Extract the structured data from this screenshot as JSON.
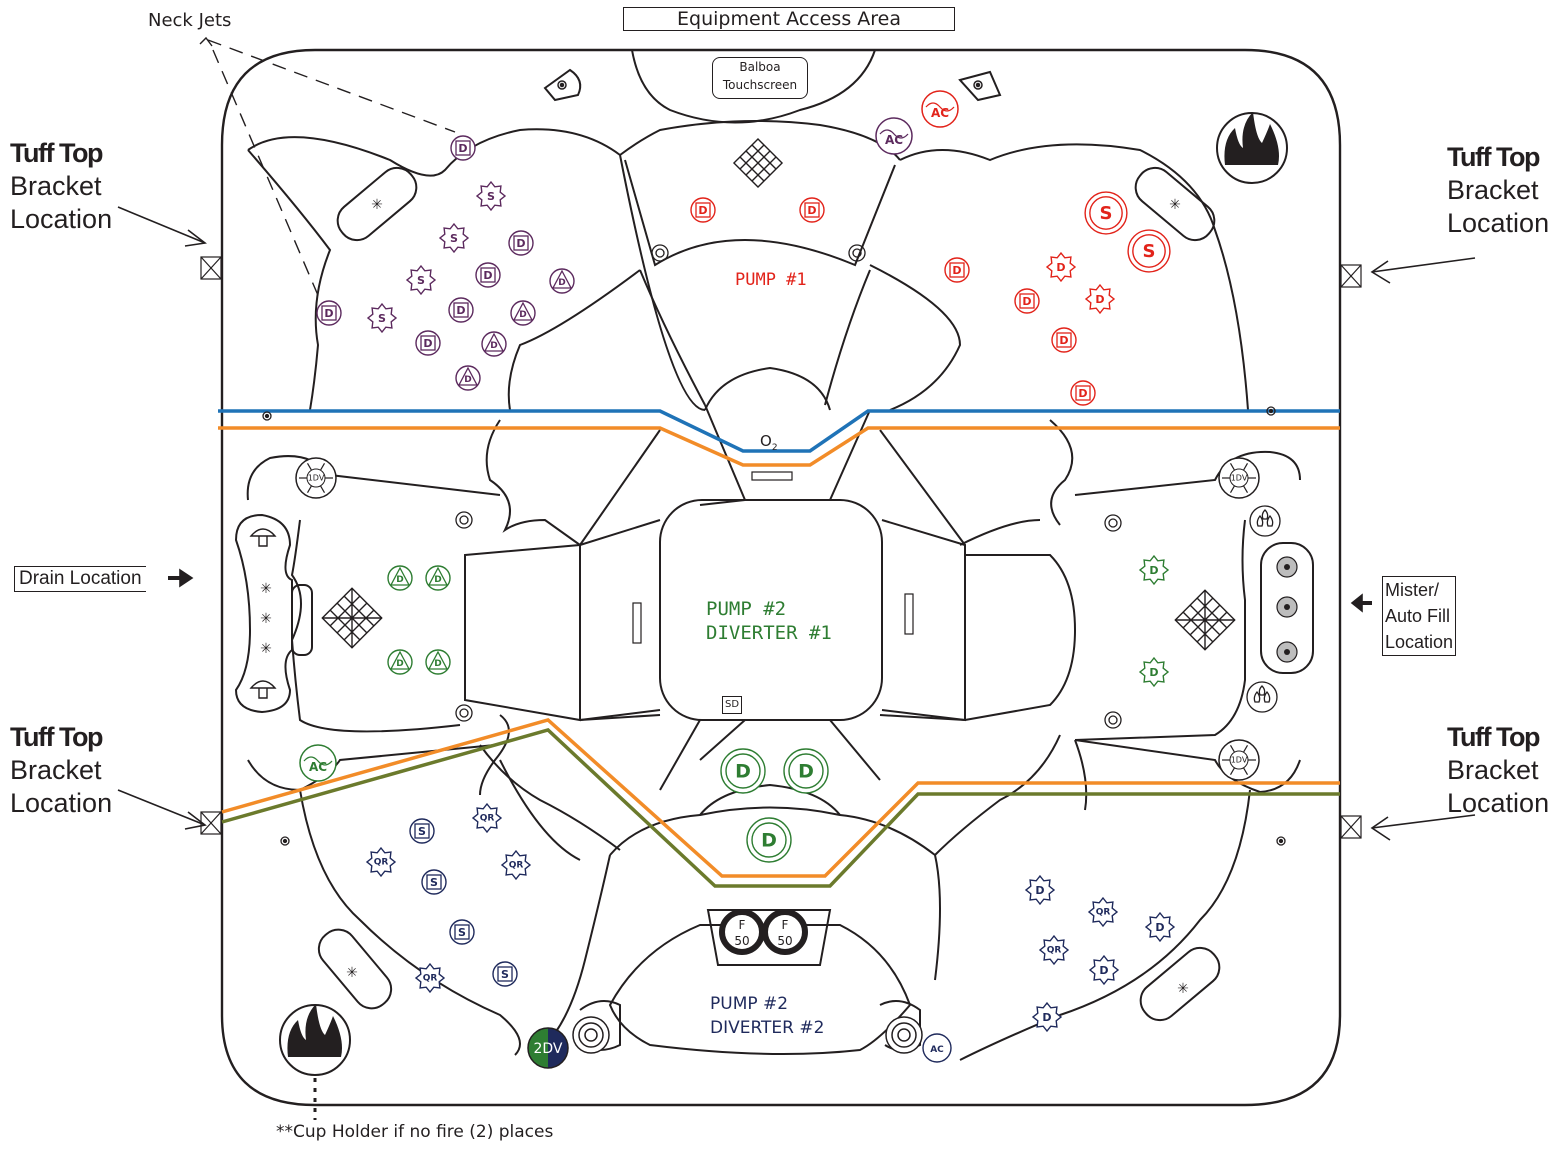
{
  "labels": {
    "equipment_access": "Equipment Access Area",
    "neck_jets": "Neck Jets",
    "drain": "Drain Location",
    "mister": [
      "Mister/",
      "Auto Fill",
      "Location"
    ],
    "cup_holder": "**Cup Holder if no fire (2) places",
    "touchscreen": [
      "Balboa",
      "Touchscreen"
    ],
    "pump1": "PUMP #1",
    "pump2_center": [
      "PUMP #2",
      "DIVERTER #1"
    ],
    "pump2_bottom": [
      "PUMP #2",
      "DIVERTER #2"
    ],
    "tuff_title": "Tuff Top",
    "tuff_sub": [
      "Bracket",
      "Location"
    ],
    "o2": "O",
    "sd": "SD",
    "f50": [
      "F",
      "50"
    ],
    "dv1": "1DV",
    "dv2": "2DV",
    "ac": "AC",
    "jet_d": "D",
    "jet_s": "S",
    "jet_qr": "QR"
  },
  "colors": {
    "outline": "#231f20",
    "purple": "#5c2a5e",
    "red": "#e2231a",
    "green": "#2e7d32",
    "navy": "#1f2a5c",
    "blue_line": "#1f73b7",
    "orange_line": "#f28c28",
    "olive_line": "#6b7a2c"
  }
}
